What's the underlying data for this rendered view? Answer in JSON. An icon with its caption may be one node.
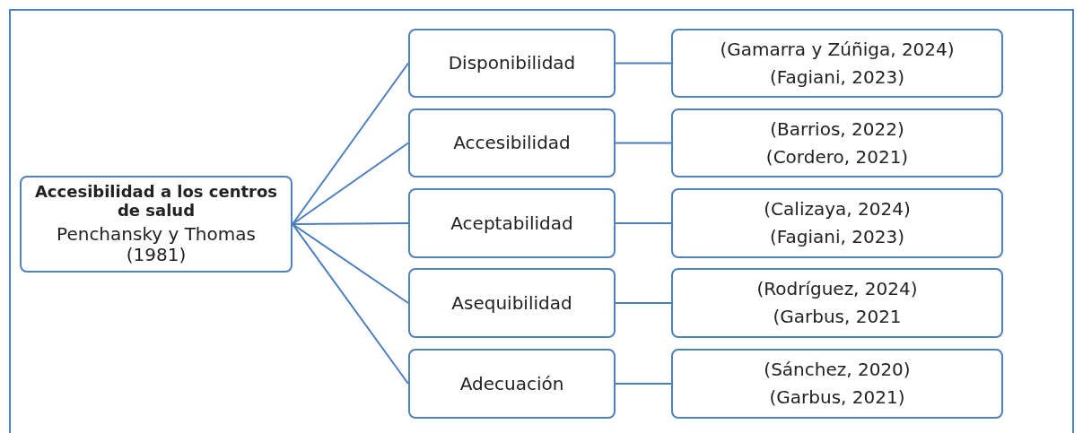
{
  "diagram": {
    "nodes": [
      {
        "text": [
          "Accesibilidad a los centros de salud",
          "Penchansky y Thomas (1981)"
        ]
      },
      {
        "text": [
          "Disponibilidad"
        ]
      },
      {
        "text": [
          "Accesibilidad"
        ]
      },
      {
        "text": [
          "Aceptabilidad"
        ]
      },
      {
        "text": [
          "Asequibilidad"
        ]
      },
      {
        "text": [
          "Adecuación"
        ]
      },
      {
        "text": [
          "(Gamarra y Zúñiga, 2024)",
          "(Fagiani, 2023)"
        ]
      },
      {
        "text": [
          "(Barrios, 2022)",
          "(Cordero, 2021)"
        ]
      },
      {
        "text": [
          "(Calizaya, 2024)",
          "(Fagiani, 2023)"
        ]
      },
      {
        "text": [
          "(Rodríguez, 2024)",
          "(Garbus, 2021"
        ]
      },
      {
        "text": [
          "(Sánchez, 2020)",
          "(Garbus, 2021)"
        ]
      }
    ],
    "edges": [
      {
        "from": 0,
        "to": 1,
        "arrow": "none"
      },
      {
        "from": 0,
        "to": 2,
        "arrow": "none"
      },
      {
        "from": 0,
        "to": 3,
        "arrow": "none"
      },
      {
        "from": 0,
        "to": 4,
        "arrow": "none"
      },
      {
        "from": 0,
        "to": 5,
        "arrow": "none"
      },
      {
        "from": 1,
        "to": 6,
        "arrow": "none"
      },
      {
        "from": 2,
        "to": 7,
        "arrow": "none"
      },
      {
        "from": 3,
        "to": 8,
        "arrow": "none"
      },
      {
        "from": 4,
        "to": 9,
        "arrow": "none"
      },
      {
        "from": 5,
        "to": 10,
        "arrow": "none"
      }
    ]
  }
}
